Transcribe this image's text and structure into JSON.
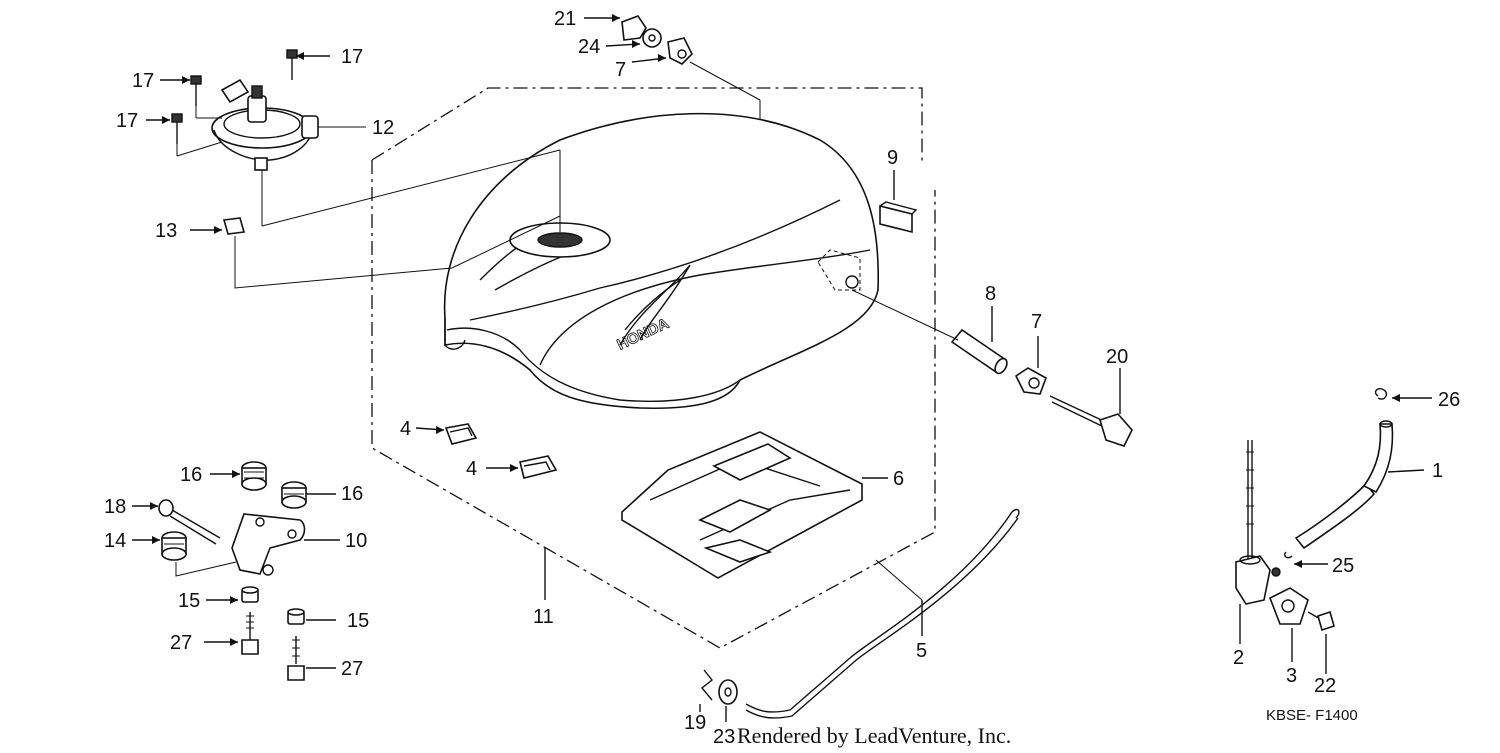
{
  "diagram_code": "KBSE- F1400",
  "credit": "Rendered by LeadVenture, Inc.",
  "callouts": {
    "n1": "1",
    "n2": "2",
    "n3": "3",
    "n4a": "4",
    "n4b": "4",
    "n5": "5",
    "n6": "6",
    "n7a": "7",
    "n7b": "7",
    "n8": "8",
    "n9": "9",
    "n10": "10",
    "n11": "11",
    "n12": "12",
    "n13": "13",
    "n14": "14",
    "n15a": "15",
    "n15b": "15",
    "n16a": "16",
    "n16b": "16",
    "n17a": "17",
    "n17b": "17",
    "n17c": "17",
    "n18": "18",
    "n19": "19",
    "n20": "20",
    "n21": "21",
    "n22": "22",
    "n23": "23",
    "n24": "24",
    "n25": "25",
    "n26": "26",
    "n27a": "27",
    "n27b": "27"
  },
  "tank_logo": "HONDA"
}
